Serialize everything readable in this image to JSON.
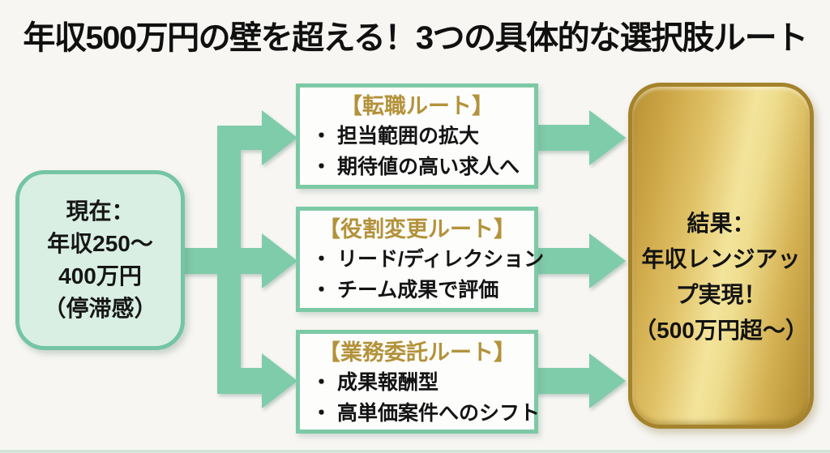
{
  "title": "年収500万円の壁を超える！3つの具体的な選択肢ルート",
  "current_box": {
    "lines": [
      "現在：",
      "年収250〜",
      "400万円",
      "（停滞感）"
    ]
  },
  "routes": [
    {
      "heading": "【転職ルート】",
      "bullets": [
        "・ 担当範囲の拡大",
        "・ 期待値の高い求人へ"
      ]
    },
    {
      "heading": "【役割変更ルート】",
      "bullets": [
        "・ リード/ディレクション",
        "・ チーム成果で評価"
      ]
    },
    {
      "heading": "【業務委託ルート】",
      "bullets": [
        "・ 成果報酬型",
        "・ 高単価案件へのシフト"
      ]
    }
  ],
  "result_box": {
    "lines": [
      "結果：",
      "年収レンジアップ実現！",
      "（500万円超〜）"
    ]
  },
  "colors": {
    "background": "#f7f6f3",
    "arrow_teal": "#7fccaa",
    "mint_fill": "#d9efe3",
    "mint_border": "#74c5a3",
    "route_border": "#7cc9a6",
    "gold_heading_text": "#b3923a",
    "gold_border": "#a5832c",
    "gold_highlight": "#f3e49c",
    "text": "#101010"
  }
}
